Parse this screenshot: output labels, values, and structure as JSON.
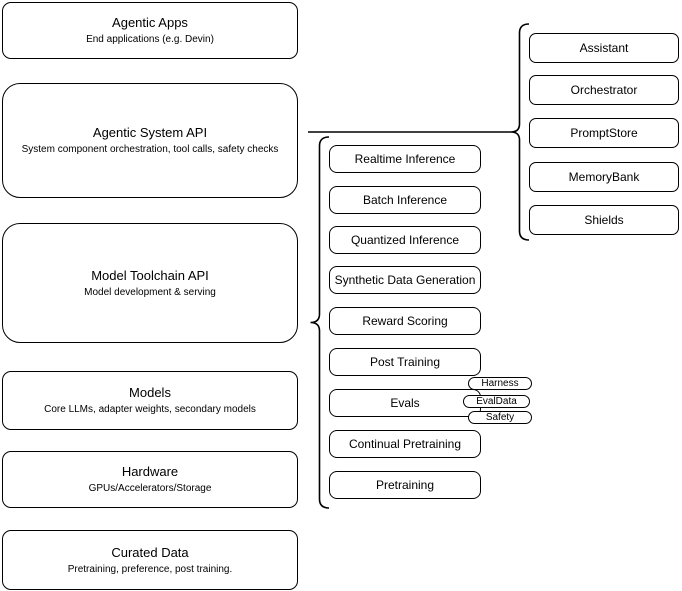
{
  "diagram": {
    "left_stack": [
      {
        "title": "Agentic Apps",
        "subtitle": "End applications (e.g. Devin)"
      },
      {
        "title": "Agentic System API",
        "subtitle": "System component orchestration, tool calls, safety checks"
      },
      {
        "title": "Model Toolchain API",
        "subtitle": "Model development & serving"
      },
      {
        "title": "Models",
        "subtitle": "Core LLMs, adapter weights, secondary models"
      },
      {
        "title": "Hardware",
        "subtitle": "GPUs/Accelerators/Storage"
      },
      {
        "title": "Curated Data",
        "subtitle": "Pretraining, preference, post training."
      }
    ],
    "toolchain_components": [
      "Realtime Inference",
      "Batch Inference",
      "Quantized Inference",
      "Synthetic Data Generation",
      "Reward Scoring",
      "Post Training",
      "Evals",
      "Continual Pretraining",
      "Pretraining"
    ],
    "evals_sub_components": [
      "Harness",
      "EvalData",
      "Safety"
    ],
    "system_components": [
      "Assistant",
      "Orchestrator",
      "PromptStore",
      "MemoryBank",
      "Shields"
    ],
    "colors": {
      "stroke": "#000000",
      "fill": "#ffffff",
      "background": "#ffffff"
    }
  }
}
